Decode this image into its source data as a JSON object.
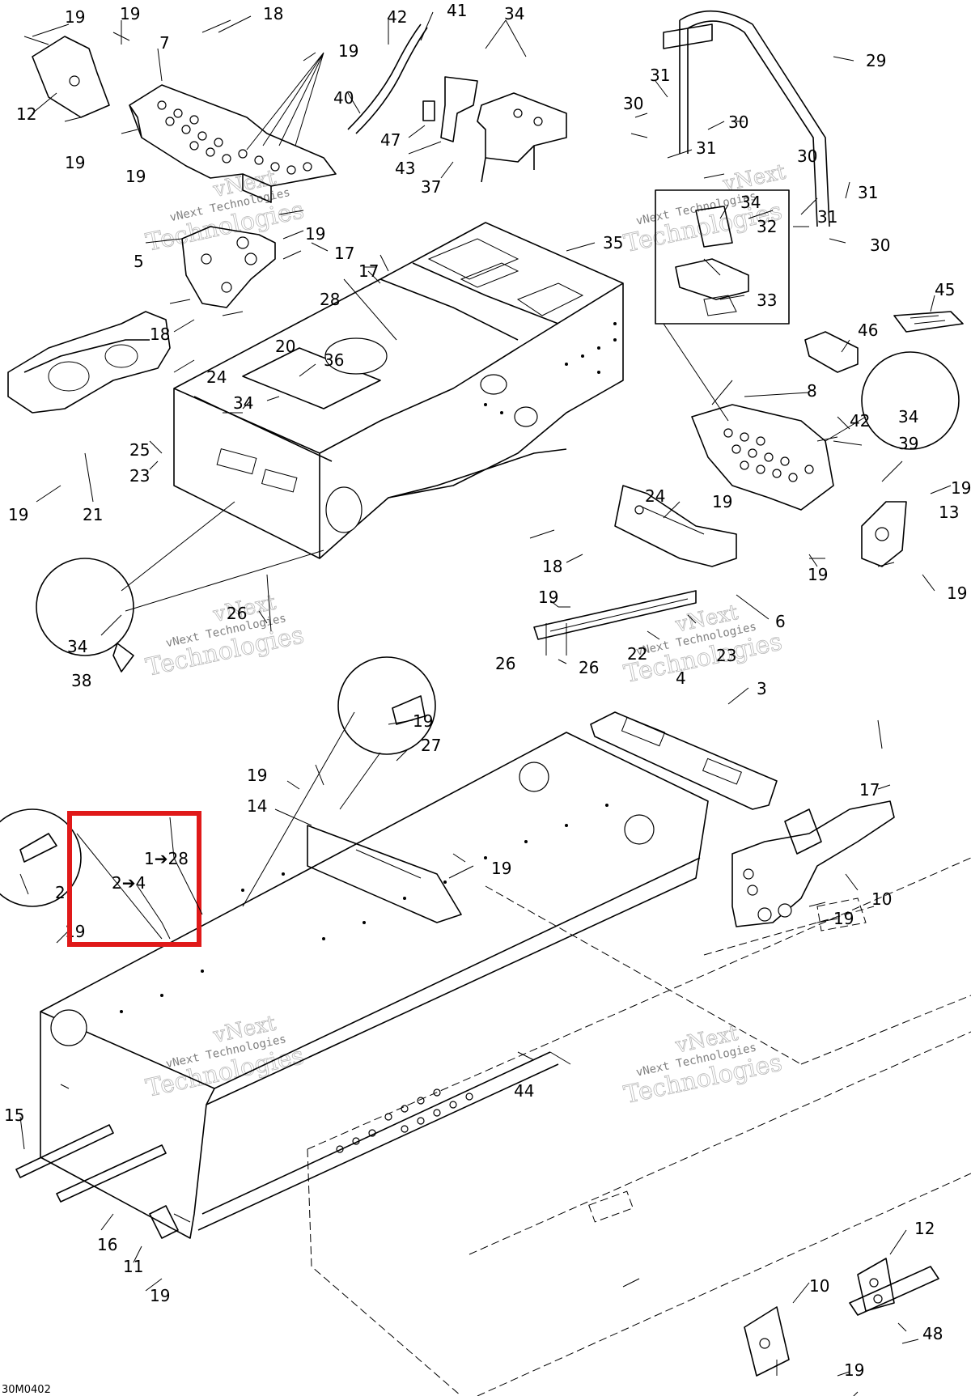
{
  "diagram": {
    "drawing_code": "30M0402",
    "watermark": {
      "line1": "vNext",
      "line2": "vNext Technologies",
      "line3": "Technologies"
    },
    "highlight_box": {
      "line1": "1➔28",
      "line2": "2➔4"
    },
    "colors": {
      "line": "#000000",
      "highlight": "#e01919",
      "watermark": "#9a9a9a",
      "background": "#ffffff"
    },
    "callouts": {
      "c1": "19",
      "c2": "19",
      "c3": "18",
      "c4": "42",
      "c5": "41",
      "c6": "34",
      "c7": "29",
      "c8": "7",
      "c9": "19",
      "c10": "12",
      "c11": "40",
      "c12": "31",
      "c13": "30",
      "c14": "30",
      "c15": "19",
      "c16": "19",
      "c17": "47",
      "c18": "43",
      "c19": "37",
      "c20": "31",
      "c21": "30",
      "c22": "31",
      "c23": "34",
      "c24": "32",
      "c25": "31",
      "c26": "30",
      "c27": "19",
      "c28": "5",
      "c29": "17",
      "c30": "17",
      "c31": "35",
      "c32": "28",
      "c33": "33",
      "c34": "45",
      "c35": "18",
      "c36": "20",
      "c37": "46",
      "c38": "24",
      "c39": "36",
      "c40": "34",
      "c41": "8",
      "c42": "34",
      "c43": "42",
      "c44": "39",
      "c45": "25",
      "c46": "23",
      "c47": "24",
      "c48": "19",
      "c49": "19",
      "c50": "21",
      "c51": "13",
      "c52": "19",
      "c53": "18",
      "c54": "19",
      "c55": "19",
      "c56": "6",
      "c57": "26",
      "c58": "34",
      "c59": "19",
      "c60": "22",
      "c61": "38",
      "c62": "23",
      "c63": "26",
      "c64": "26",
      "c65": "4",
      "c66": "3",
      "c67": "19",
      "c68": "27",
      "c69": "19",
      "c70": "17",
      "c71": "14",
      "c72": "19",
      "c73": "10",
      "c74": "2",
      "c75": "19",
      "c76": "19",
      "c77": "44",
      "c78": "15",
      "c79": "16",
      "c80": "12",
      "c81": "11",
      "c82": "19",
      "c83": "10",
      "c84": "48",
      "c85": "19"
    }
  }
}
